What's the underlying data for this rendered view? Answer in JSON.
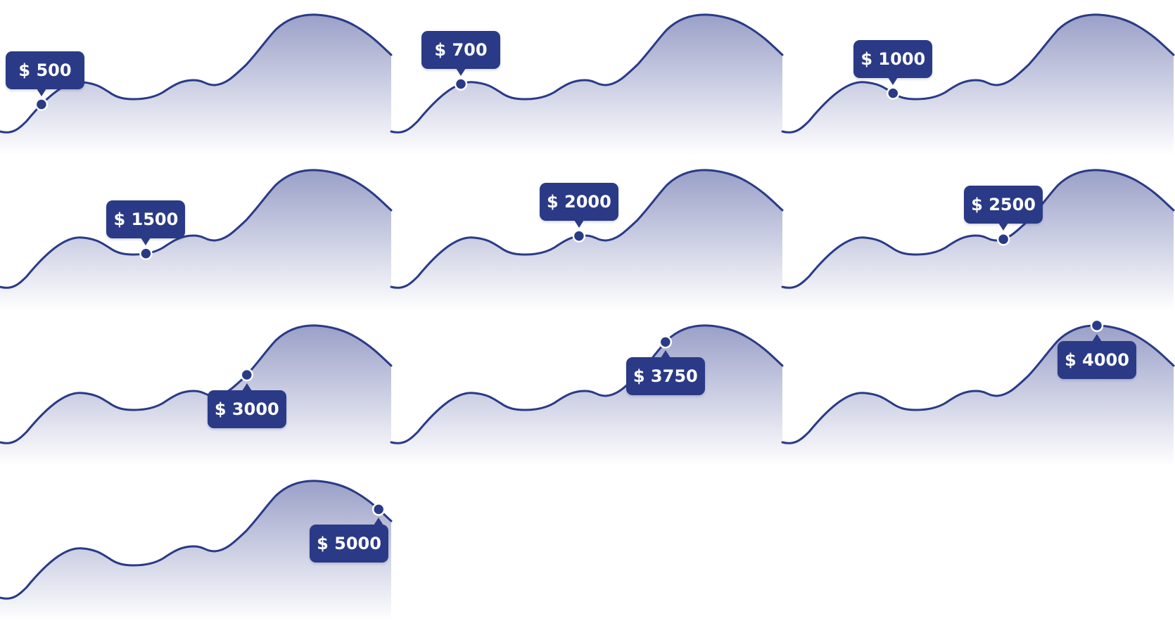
{
  "colors": {
    "line": "#2a3a86",
    "fill_top": "#9aa0c8",
    "fill_bottom": "#ffffff",
    "tooltip_bg": "#2a3a86",
    "tooltip_text": "#ffffff",
    "marker": "#2a3a86",
    "marker_stroke": "#ffffff"
  },
  "chart_data": [
    {
      "type": "area",
      "tooltip": "$ 500",
      "highlight_x": 0.106,
      "placement": "above"
    },
    {
      "type": "area",
      "tooltip": "$ 700",
      "highlight_x": 0.178,
      "placement": "above"
    },
    {
      "type": "area",
      "tooltip": "$ 1000",
      "highlight_x": 0.283,
      "placement": "above"
    },
    {
      "type": "area",
      "tooltip": "$ 1500",
      "highlight_x": 0.373,
      "placement": "above"
    },
    {
      "type": "area",
      "tooltip": "$ 2000",
      "highlight_x": 0.48,
      "placement": "above"
    },
    {
      "type": "area",
      "tooltip": "$ 2500",
      "highlight_x": 0.565,
      "placement": "above"
    },
    {
      "type": "area",
      "tooltip": "$ 3000",
      "highlight_x": 0.631,
      "placement": "below"
    },
    {
      "type": "area",
      "tooltip": "$ 3750",
      "highlight_x": 0.701,
      "placement": "below"
    },
    {
      "type": "area",
      "tooltip": "$ 4000",
      "highlight_x": 0.804,
      "placement": "below"
    },
    {
      "type": "area",
      "tooltip": "$ 5000",
      "highlight_x": 0.968,
      "placement": "below"
    }
  ]
}
